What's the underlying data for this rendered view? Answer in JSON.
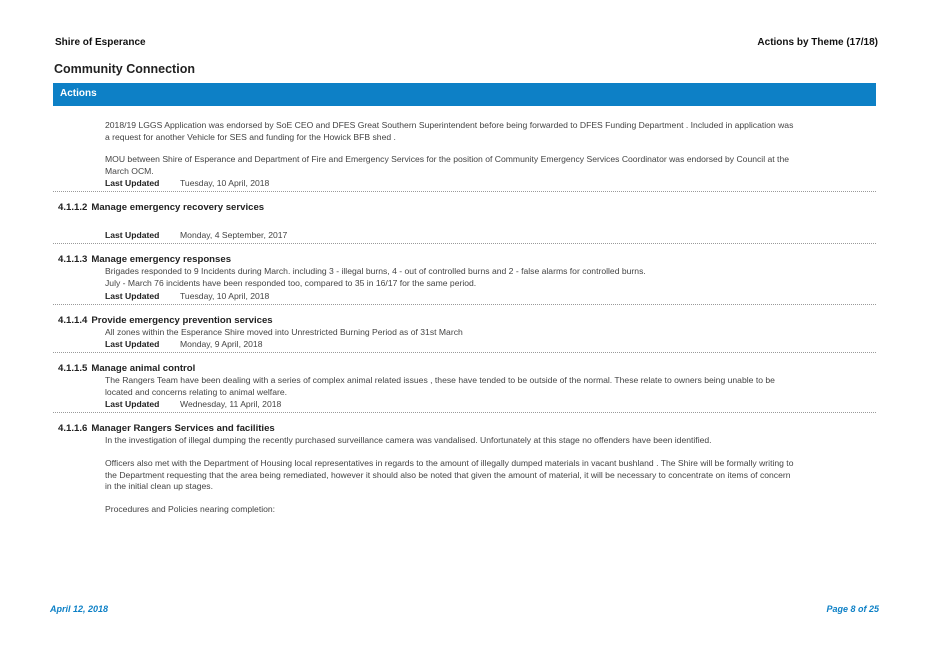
{
  "header": {
    "org": "Shire of Esperance",
    "report": "Actions by Theme  (17/18)"
  },
  "section_title": "Community Connection",
  "actions_bar": "Actions",
  "intro": {
    "p1": "2018/19 LGGS Application was endorsed by SoE CEO and DFES Great Southern Superintendent before being forwarded to DFES Funding Department . Included in application was a request for another Vehicle for SES and funding for the Howick BFB shed .",
    "p2": "MOU between Shire of Esperance and Department of Fire and Emergency Services for the position of Community Emergency Services Coordinator was endorsed by Council at the March OCM.",
    "updated_label": "Last Updated",
    "updated_date": "Tuesday, 10 April, 2018"
  },
  "items": [
    {
      "number": "4.1.1.2",
      "title": "Manage emergency recovery services",
      "updated_label": "Last Updated",
      "updated_date": "Monday, 4 September, 2017"
    },
    {
      "number": "4.1.1.3",
      "title": "Manage emergency responses",
      "text": "Brigades responded to 9 Incidents during March. including 3 - illegal burns, 4 - out of controlled burns and 2 - false alarms for controlled burns.",
      "text2": "July - March 76 incidents have been responded too, compared to 35 in 16/17 for the same period.",
      "updated_label": "Last Updated",
      "updated_date": "Tuesday, 10 April, 2018"
    },
    {
      "number": "4.1.1.4",
      "title": "Provide emergency prevention services",
      "text": "All zones within the Esperance Shire moved into Unrestricted Burning Period as of 31st March",
      "updated_label": "Last Updated",
      "updated_date": "Monday, 9 April, 2018"
    },
    {
      "number": "4.1.1.5",
      "title": "Manage animal control",
      "text": "The Rangers Team have been dealing with a series of complex animal related issues , these have tended to be outside of the normal. These relate to owners being unable to be located and concerns relating to animal welfare.",
      "updated_label": "Last Updated",
      "updated_date": "Wednesday, 11 April, 2018"
    },
    {
      "number": "4.1.1.6",
      "title": "Manager Rangers Services and facilities",
      "p1": "In the investigation of illegal dumping the recently purchased surveillance camera was vandalised.  Unfortunately at this stage no offenders have been identified.",
      "p2": "Officers also met with the Department of Housing local representatives in regards to the amount of illegally dumped materials in vacant bushland .  The Shire will be formally writing to the Department requesting that the area being remediated, however it should also be noted that given the amount of material, it will be necessary to concentrate on items of concern in the initial clean up stages.",
      "p3": "Procedures and Policies nearing completion:"
    }
  ],
  "footer": {
    "date": "April 12, 2018",
    "page": "Page 8 of 25"
  }
}
